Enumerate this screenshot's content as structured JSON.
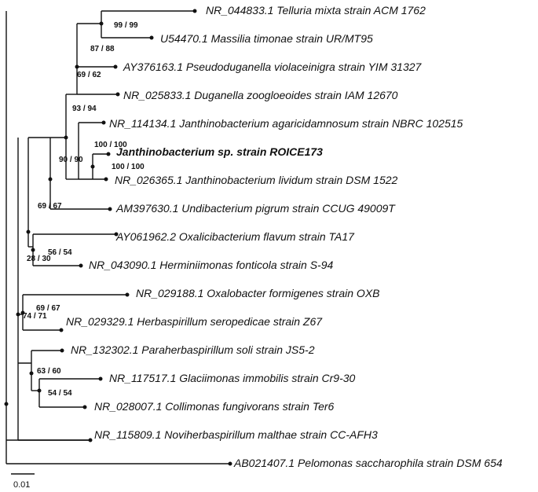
{
  "tree": {
    "leaves": [
      {
        "id": "NR_044833.1",
        "label": "NR_044833.1  Telluria  mixta  strain  ACM  1762"
      },
      {
        "id": "U54470.1",
        "label": "U54470.1  Massilia  timonae  strain  UR/MT95"
      },
      {
        "id": "AY376163.1",
        "label": "AY376163.1  Pseudoduganella  violaceinigra  strain  YIM  31327"
      },
      {
        "id": "NR_025833.1",
        "label": "NR_025833.1  Duganella  zoogloeoides  strain  IAM  12670"
      },
      {
        "id": "NR_114134.1",
        "label": "NR_114134.1  Janthinobacterium  agaricidamnosum  strain  NBRC  102515"
      },
      {
        "id": "ROICE173",
        "label": "Janthinobacterium sp. strain ROICE173",
        "bold": true
      },
      {
        "id": "NR_026365.1",
        "label": "NR_026365.1  Janthinobacterium  lividum  strain DSM 1522"
      },
      {
        "id": "AM397630.1",
        "label": "AM397630.1  Undibacterium  pigrum  strain  CCUG  49009T"
      },
      {
        "id": "AY061962.2",
        "label": "AY061962.2  Oxalicibacterium  flavum  strain  TA17"
      },
      {
        "id": "NR_043090.1",
        "label": "NR_043090.1  Herminiimonas  fonticola  strain  S-94"
      },
      {
        "id": "NR_029188.1",
        "label": "NR_029188.1  Oxalobacter  formigenes  strain  OXB"
      },
      {
        "id": "NR_029329.1",
        "label": "NR_029329.1  Herbaspirillum  seropedicae  strain  Z67"
      },
      {
        "id": "NR_132302.1",
        "label": "NR_132302.1  Paraherbaspirillum  soli  strain  JS5-2"
      },
      {
        "id": "NR_117517.1",
        "label": "NR_117517.1  Glaciimonas  immobilis  strain  Cr9-30"
      },
      {
        "id": "NR_028007.1",
        "label": "NR_028007.1  Collimonas  fungivorans  strain  Ter6"
      },
      {
        "id": "NR_115809.1",
        "label": "NR_115809.1  Noviherbaspirillum  malthae  strain  CC-AFH3"
      },
      {
        "id": "AB021407.1",
        "label": "AB021407.1  Pelomonas  saccharophila  strain  DSM  654"
      }
    ],
    "support_values": [
      "99 / 99",
      "87 / 88",
      "69 / 62",
      "93 / 94",
      "100 / 100",
      "100 / 100",
      "90 / 90",
      "69 / 67",
      "56 / 54",
      "28 / 30",
      "69 / 67",
      "74 / 71",
      "63 / 60",
      "54 / 54"
    ],
    "scale_bar": {
      "value": 0.01,
      "label": "0.01"
    }
  }
}
